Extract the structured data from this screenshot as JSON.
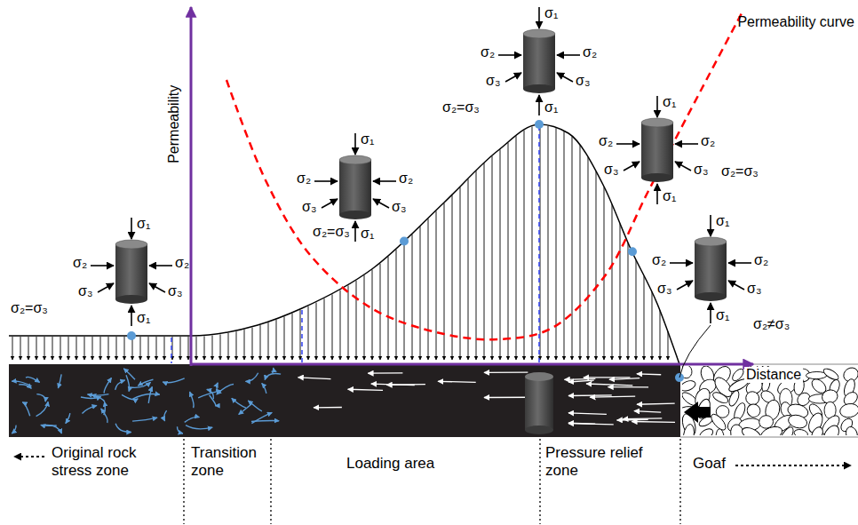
{
  "diagram": {
    "labels": [
      "σ₁",
      "σ₂",
      "σ₂",
      "σ₃",
      "σ₃",
      "σ₂=σ₃",
      "σ₁",
      "σ₁",
      "σ₂",
      "σ₂",
      "σ₃",
      "σ₃",
      "σ₂=σ₃",
      "σ₁",
      "σ₁",
      "σ₂",
      "σ₂",
      "σ₃",
      "σ₃",
      "σ₂=σ₃",
      "σ₁",
      "σ₁",
      "σ₂",
      "σ₂",
      "σ₃",
      "σ₃",
      "σ₂=σ₃",
      "σ₁",
      "σ₁",
      "σ₂",
      "σ₂",
      "σ₃",
      "σ₃",
      "σ₂≠σ₃",
      "σ₁",
      "Permeability",
      "Permeability curve",
      "Distance",
      "Original rock stress zone",
      "Transition zone",
      "Loading area",
      "Pressure relief zone",
      "Goaf"
    ]
  }
}
